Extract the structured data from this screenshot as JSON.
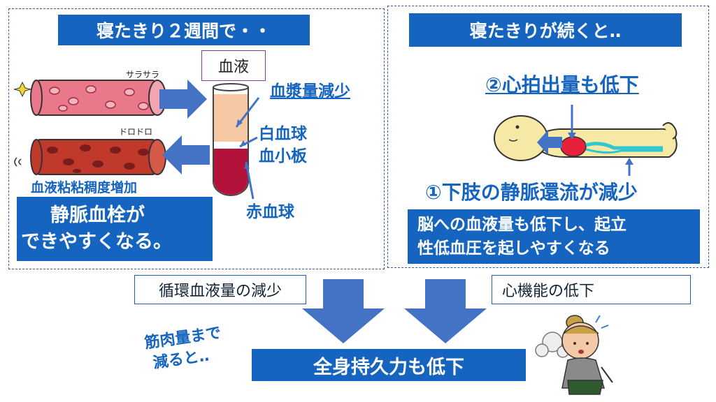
{
  "left_panel": {
    "title": "寝たきり２週間で・・",
    "top_vessel_label": "サラサラ",
    "bottom_vessel_label": "ドロドロ",
    "blood_box_label": "血液",
    "plasma_label": "血漿量減少",
    "wbc_label": "白血球",
    "platelet_label": "血小板",
    "rbc_label": "赤血球",
    "viscosity_label": "血液粘粘稠度増加",
    "thrombus_line1": "静脈血栓が",
    "thrombus_line2": "できやすくなる。"
  },
  "right_panel": {
    "title": "寝たきりが続くと‥",
    "cardiac_output_label": "②心拍出量も低下",
    "venous_return_label": "①下肢の静脈還流が減少",
    "hypotension_line1": "脳への血液量も低下し、起立",
    "hypotension_line2": "性低血圧を起しやすくなる"
  },
  "bottom": {
    "left_cause": "循環血液量の減少",
    "right_cause": "心機能の低下",
    "muscle_line1": "筋肉量まで",
    "muscle_line2": "減ると‥",
    "result": "全身持久力も低下"
  },
  "colors": {
    "banner_blue": "#1565c0",
    "arrow_blue": "#4472c4",
    "vessel_pink": "#e8788a",
    "vessel_dark": "#c0392b",
    "plasma": "#f6c9a4",
    "blood_red": "#b3123a"
  }
}
